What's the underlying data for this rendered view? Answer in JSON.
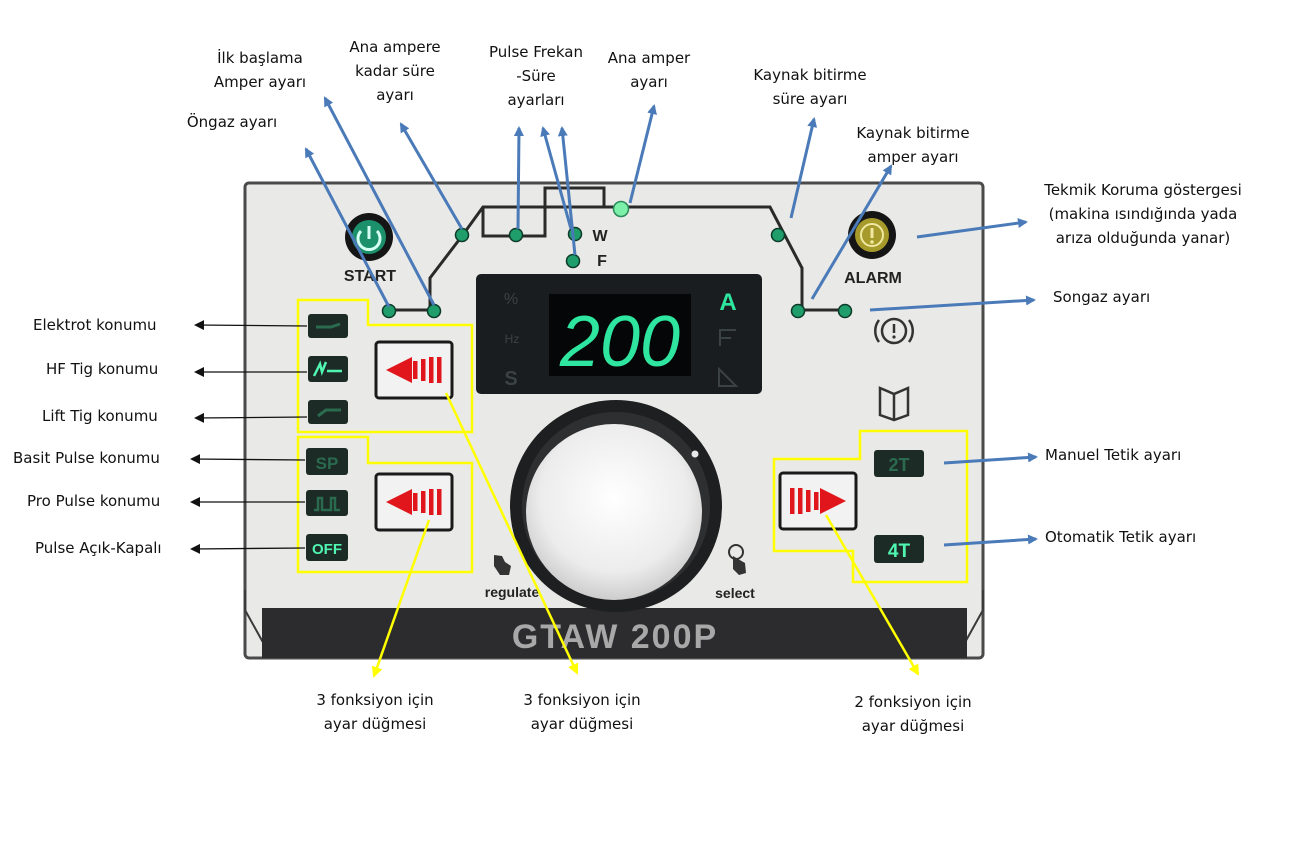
{
  "panel": {
    "model": "GTAW 200P",
    "start_label": "START",
    "alarm_label": "ALARM",
    "display_value": "200",
    "display_unit": "A",
    "mode_w": "W",
    "mode_f": "F",
    "unit_percent": "%",
    "unit_hz": "Hz",
    "unit_s": "S",
    "regulate_label": "regulate",
    "select_label": "select",
    "btn_sp": "SP",
    "btn_off": "OFF",
    "btn_2t": "2T",
    "btn_4t": "4T"
  },
  "top_callouts": {
    "ongaz": "Öngaz ayarı",
    "ilk_baslama_1": "İlk başlama",
    "ilk_baslama_2": "Amper ayarı",
    "ana_ampere_1": "Ana ampere",
    "ana_ampere_2": "kadar süre",
    "ana_ampere_3": "ayarı",
    "pulse_1": "Pulse Frekan",
    "pulse_2": "-Süre",
    "pulse_3": "ayarları",
    "ana_amper_1": "Ana amper",
    "ana_amper_2": "ayarı",
    "bitirme_sure_1": "Kaynak bitirme",
    "bitirme_sure_2": "süre ayarı",
    "bitirme_amper_1": "Kaynak bitirme",
    "bitirme_amper_2": "amper ayarı"
  },
  "right_callouts": {
    "tekmik_1": "Tekmik Koruma göstergesi",
    "tekmik_2": "(makina ısındığında yada",
    "tekmik_3": "arıza olduğunda yanar)",
    "songaz": "Songaz ayarı",
    "manuel": "Manuel Tetik ayarı",
    "otomatik": "Otomatik Tetik ayarı"
  },
  "left_callouts": {
    "elektrot": "Elektrot konumu",
    "hf": "HF Tig konumu",
    "lift": "Lift Tig konumu",
    "basit": "Basit Pulse konumu",
    "pro": "Pro Pulse konumu",
    "pulse_ack": "Pulse Açık-Kapalı"
  },
  "bottom_callouts": {
    "b1_1": "3 fonksiyon için",
    "b1_2": "ayar düğmesi",
    "b2_1": "3 fonksiyon için",
    "b2_2": "ayar düğmesi",
    "b3_1": "2 fonksiyon için",
    "b3_2": "ayar düğmesi"
  },
  "colors": {
    "panel_bg": "#e9e9e7",
    "led_green": "#1f9d6a",
    "display_green": "#2ee6a0",
    "red_arrow": "#e0161c",
    "highlight_yellow": "#ffff00",
    "pointer_blue": "#4a7ab8"
  }
}
